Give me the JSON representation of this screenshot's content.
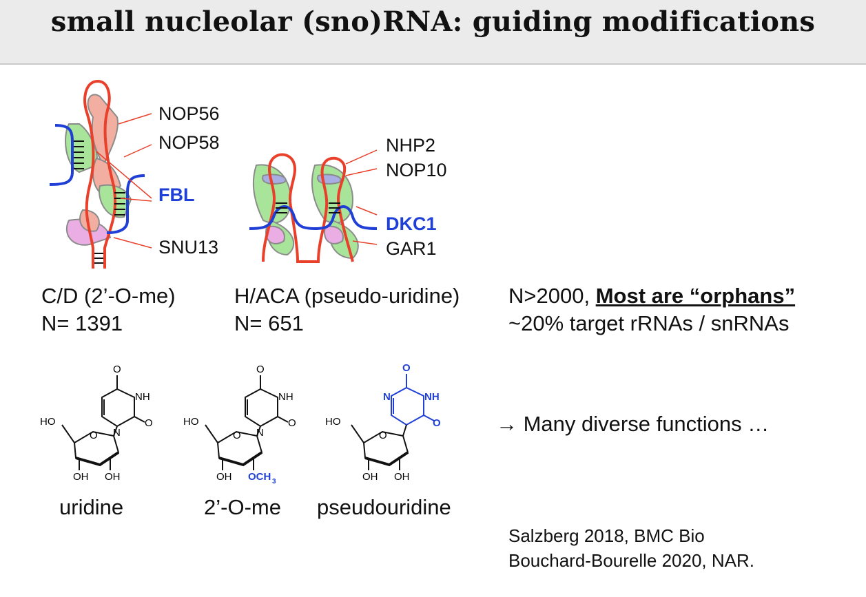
{
  "slide": {
    "title": "small nucleolar (sno)RNA: guiding modifications"
  },
  "cd_diagram": {
    "labels": [
      "NOP56",
      "NOP58",
      "FBL",
      "SNU13"
    ],
    "highlighted": "FBL",
    "caption_type": "C/D (2’-O-me)",
    "caption_count": "N= 1391"
  },
  "haca_diagram": {
    "labels": [
      "NHP2",
      "NOP10",
      "DKC1",
      "GAR1"
    ],
    "highlighted": "DKC1",
    "caption_type": "H/ACA (pseudo-uridine)",
    "caption_count": "N= 651"
  },
  "summary": {
    "total_prefix": "N>2000, ",
    "total_emphasis": "Most are “orphans”",
    "target_line": "~20% target rRNAs / snRNAs",
    "functions_line": "→ Many diverse functions …"
  },
  "molecules": {
    "uridine": {
      "name": "uridine",
      "atoms": [
        "O",
        "NH",
        "O",
        "N",
        "HO",
        "O",
        "OH",
        "OH"
      ]
    },
    "methyl": {
      "name": "2’-O-me",
      "atoms": [
        "O",
        "NH",
        "O",
        "N",
        "HO",
        "O",
        "OH",
        "OCH",
        "3"
      ]
    },
    "pseudouridine": {
      "name": "pseudouridine",
      "atoms": [
        "O",
        "N",
        "NH",
        "O",
        "HO",
        "O",
        "OH",
        "OH"
      ]
    }
  },
  "references": [
    "Salzberg 2018, BMC Bio",
    "Bouchard-Bourelle 2020, NAR."
  ],
  "colors": {
    "rna_red": "#e8402a",
    "guide_blue": "#1f3fd6",
    "protein_green": "#9be08a",
    "protein_salmon": "#f0a090",
    "protein_pink": "#e8a0e0",
    "protein_lilac": "#9aa0e0",
    "title_bg": "#ebebeb"
  }
}
